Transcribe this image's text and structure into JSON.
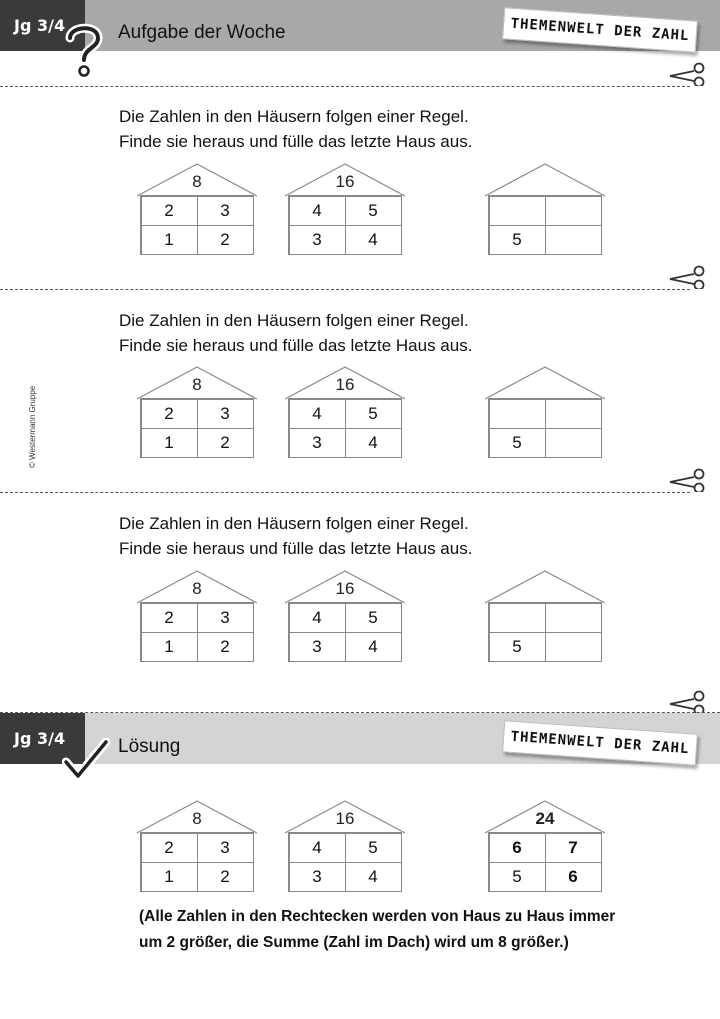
{
  "header": {
    "grade": "Jg 3/4",
    "title": "Aufgabe der Woche",
    "stamp": "THEMENWELT DER ZAHL"
  },
  "tasks": [
    {
      "line1": "Die Zahlen in den Häusern folgen einer Regel.",
      "line2": "Finde sie heraus und fülle das letzte Haus aus.",
      "houses": [
        {
          "roof": "8",
          "tl": "2",
          "tr": "3",
          "bl": "1",
          "br": "2"
        },
        {
          "roof": "16",
          "tl": "4",
          "tr": "5",
          "bl": "3",
          "br": "4"
        },
        {
          "roof": "",
          "tl": "",
          "tr": "",
          "bl": "5",
          "br": ""
        }
      ]
    },
    {
      "line1": "Die Zahlen in den Häusern folgen einer Regel.",
      "line2": "Finde sie heraus und fülle das letzte Haus aus.",
      "houses": [
        {
          "roof": "8",
          "tl": "2",
          "tr": "3",
          "bl": "1",
          "br": "2"
        },
        {
          "roof": "16",
          "tl": "4",
          "tr": "5",
          "bl": "3",
          "br": "4"
        },
        {
          "roof": "",
          "tl": "",
          "tr": "",
          "bl": "5",
          "br": ""
        }
      ]
    },
    {
      "line1": "Die Zahlen in den Häusern folgen einer Regel.",
      "line2": "Finde sie heraus und fülle das letzte Haus aus.",
      "houses": [
        {
          "roof": "8",
          "tl": "2",
          "tr": "3",
          "bl": "1",
          "br": "2"
        },
        {
          "roof": "16",
          "tl": "4",
          "tr": "5",
          "bl": "3",
          "br": "4"
        },
        {
          "roof": "",
          "tl": "",
          "tr": "",
          "bl": "5",
          "br": ""
        }
      ]
    }
  ],
  "copyright": "© Westermann Gruppe",
  "solution": {
    "grade": "Jg 3/4",
    "title": "Lösung",
    "stamp": "THEMENWELT DER ZAHL",
    "houses": [
      {
        "roof": "8",
        "tl": "2",
        "tr": "3",
        "bl": "1",
        "br": "2"
      },
      {
        "roof": "16",
        "tl": "4",
        "tr": "5",
        "bl": "3",
        "br": "4"
      },
      {
        "roof": "24",
        "tl": "6",
        "tr": "7",
        "bl": "5",
        "br": "6"
      }
    ],
    "explanation_line1": "(Alle Zahlen in den Rechtecken werden von Haus zu Haus immer",
    "explanation_line2": "um 2 größer, die Summe (Zahl im Dach) wird um 8 größer.)"
  },
  "icons": {
    "question": "question-mark-icon",
    "check": "checkmark-icon",
    "scissors": "scissors-icon"
  },
  "colors": {
    "header_bar": "#a8a8a8",
    "solution_bar": "#d4d4d4",
    "grade_box": "#3a3a3a"
  }
}
